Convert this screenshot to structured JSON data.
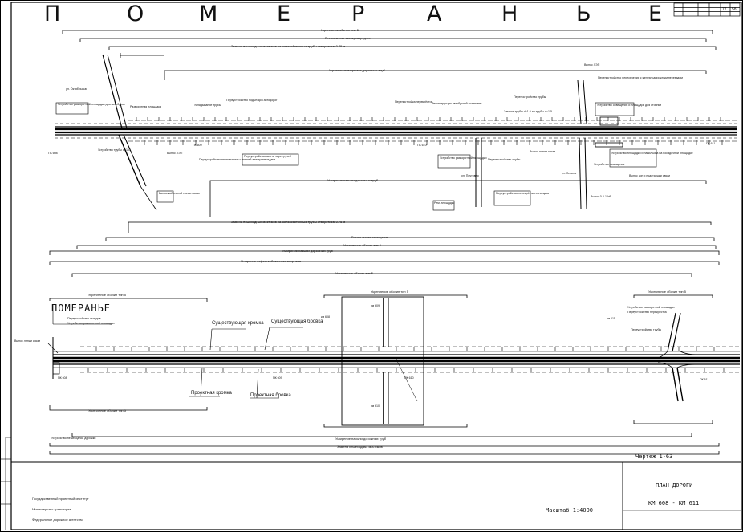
{
  "title_letters": [
    "П",
    "О",
    "М",
    "Е",
    "Р",
    "А",
    "Н",
    "Ь",
    "Е"
  ],
  "stamp": {
    "sheet_no": "77",
    "sheets": "58"
  },
  "upper_section": {
    "top_bands": [
      "Укрепление обочин тип 5",
      "Вынос линии электропередачи",
      "Замена пешеходных мостиков на железобетонные трубы отверстием 0.75 м"
    ],
    "strengthen_pavement": "Укрепление покрытия дорожных труб",
    "bottom_bands": [
      "Уширение насыпи дорожных труб",
      "Замена пешеходных мостиков на железобетонные трубы отверстием 0.75 м",
      "Вынос линии освещения",
      "Укрепление обочин тип 5"
    ],
    "notes": [
      "Устройство разворотной площадки для автобусов",
      "Разворотная площадка",
      "Укладывание трубы",
      "Переустройство подъездов автодорог",
      "Перепостройка перекрёсток",
      "Реконструкция автобусной остановки",
      "Перепостройство трубы",
      "Замена трубы d=1.0 на трубы d=1.5",
      "Перепостройство пересечения с железнодорожным переездом",
      "Устройство освещения и площадок для стоянки",
      "Переустройство пересечения с линией электропередачи",
      "Устройство трубы d=1.0",
      "Переустройство моста через ручей",
      "Вынос ЛЭП",
      "Переустройство перекрёстка и съездов",
      "Устройство разворотной площадки",
      "Вынос линии связи",
      "Устройство площадки и павильона на посадочной площадке",
      "Вынос зон и подстанции связи",
      "Перепостройство трубы",
      "Вынос ЛЭП",
      "Устройство освещения",
      "Вынос 0.4-10кВ",
      "Рем. площадки",
      "Вынос кабельной линии связи"
    ],
    "pk_labels": [
      "ПК 608",
      "ПК 609",
      "ПК 610",
      "ПК 611",
      "ул. Почтовая",
      "ул. Ленина",
      "ул. Октябрьская"
    ]
  },
  "lower_section": {
    "town_name": "ПОМЕРАНЬЕ",
    "row_labels": [
      "Уширение насыпи дорожных труб",
      "Уширение асфальтобетонного покрытия",
      "Укрепление обочин тип 5",
      "Укрепление обочин тип 5",
      "Укрепление обочин тип 5",
      "Укрепление обочин тип 5",
      "Укрепление обочин тип 5",
      "Уширение насыпи дорожных труб",
      "Замена пешеходных мостиков"
    ],
    "notes": [
      "Переустройство съездов",
      "Устройство разворотной площадки",
      "Существующая кромка",
      "Существующая бровка",
      "Проектная кромка",
      "Проектная бровка",
      "Вынос линии связи",
      "Устройство разворотной площадки",
      "Переустройство перекрестка",
      "Переустройство трубы",
      "Устройство пешеходной дорожки"
    ],
    "pk_labels": [
      "ПК 608",
      "ПК 609",
      "ПК 610",
      "ПК 611",
      "км 608",
      "км 611",
      "км 609",
      "км 610"
    ]
  },
  "footer": {
    "drawing_number": "Чертеж 1-63",
    "drawing_title": "ПЛАН ДОРОГИ",
    "km_range": "КМ 608 - КМ 611",
    "scale": "Масштаб 1:4000",
    "org_lines": [
      "Государственный проектный институт",
      "Министерство транспорта",
      "Федеральное дорожное агентство"
    ]
  }
}
